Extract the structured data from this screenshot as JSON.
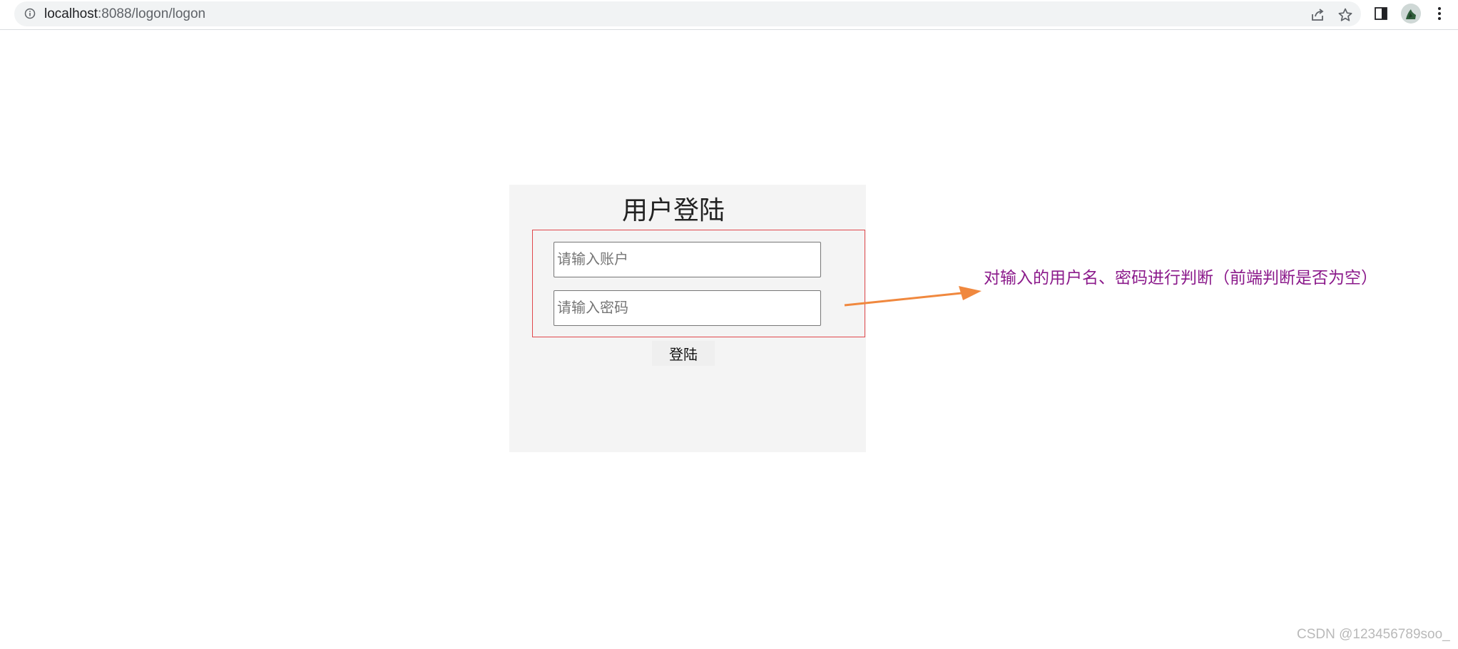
{
  "browser": {
    "url_host": "localhost",
    "url_rest": ":8088/logon/logon"
  },
  "login": {
    "title": "用户登陆",
    "account_placeholder": "请输入账户",
    "password_placeholder": "请输入密码",
    "submit_label": "登陆"
  },
  "annotation": {
    "text": "对输入的用户名、密码进行判断（前端判断是否为空）",
    "text_color": "#8b1a8b",
    "arrow_color": "#f0883e",
    "box_color": "#e0474c"
  },
  "watermark": {
    "text": "CSDN @123456789soo_"
  }
}
